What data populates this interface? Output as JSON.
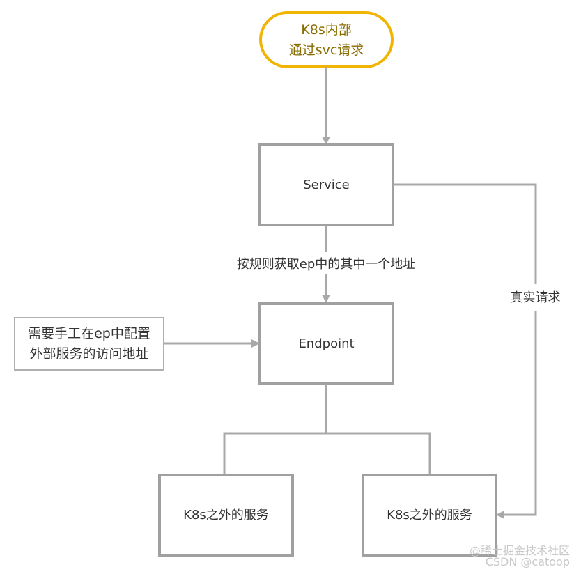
{
  "start": {
    "line1": "K8s内部",
    "line2": "通过svc请求"
  },
  "service": {
    "label": "Service"
  },
  "endpoint": {
    "label": "Endpoint"
  },
  "edge_labels": {
    "service_to_endpoint": "按规则获取ep中的其中一个地址",
    "real_request": "真实请求"
  },
  "note": {
    "line1": "需要手工在ep中配置",
    "line2": "外部服务的访问地址"
  },
  "external_services": {
    "left": "K8s之外的服务",
    "right": "K8s之外的服务"
  },
  "watermark": {
    "line1": "@稀土掘金技术社区",
    "line2": "CSDN @catoop"
  },
  "colors": {
    "start_border": "#f1b400",
    "box_border": "#a0a0a0",
    "line": "#a8a8a8",
    "text": "#333333",
    "start_text": "#8a6d00"
  }
}
